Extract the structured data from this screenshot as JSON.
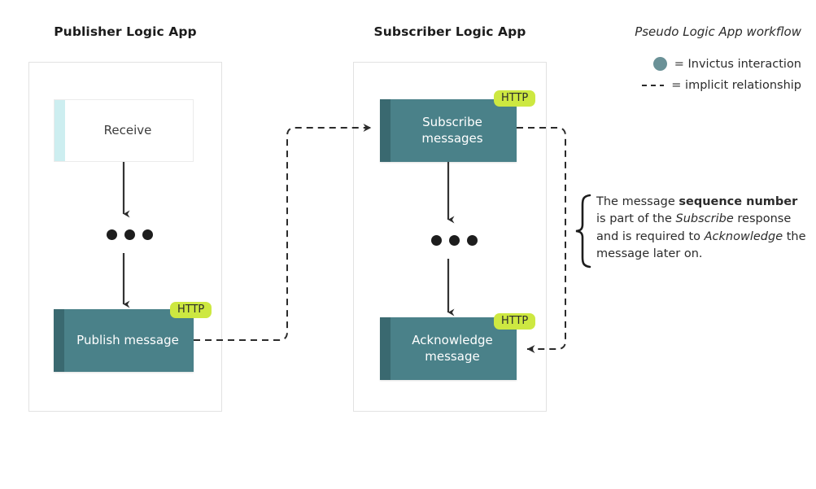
{
  "diagram": {
    "legend": {
      "title": "Pseudo Logic App workflow",
      "equals": "=",
      "items": [
        {
          "marker": "teal-circle",
          "symbol": "=",
          "label": "Invictus interaction"
        },
        {
          "marker": "dashed-line",
          "symbol": "=",
          "label": "implicit relationship"
        }
      ],
      "invictus_label": "= Invictus interaction",
      "implicit_label": "= implicit relationship"
    },
    "columns": [
      {
        "id": "publisher",
        "title": "Publisher Logic App",
        "steps": [
          {
            "id": "receive",
            "label": "Receive",
            "kind": "standard",
            "badge": null,
            "accent": "#cdeef0"
          },
          {
            "id": "ellipsis-publisher",
            "label": "...",
            "kind": "ellipsis",
            "badge": null
          },
          {
            "id": "publish",
            "label": "Publish message",
            "kind": "invictus",
            "badge": "HTTP",
            "accent": "#3a6970"
          }
        ]
      },
      {
        "id": "subscriber",
        "title": "Subscriber Logic App",
        "steps": [
          {
            "id": "subscribe",
            "label": "Subscribe messages",
            "line1": "Subscribe",
            "line2": "messages",
            "kind": "invictus",
            "badge": "HTTP",
            "accent": "#3a6970"
          },
          {
            "id": "ellipsis-subscriber",
            "label": "...",
            "kind": "ellipsis",
            "badge": null
          },
          {
            "id": "acknowledge",
            "label": "Acknowledge message",
            "line1": "Acknowledge",
            "line2": "message",
            "kind": "invictus",
            "badge": "HTTP",
            "accent": "#3a6970"
          }
        ]
      }
    ],
    "annotation": {
      "full_text": "The message sequence number is part of the Subscribe response and is required to Acknowledge the message later on.",
      "segments": [
        {
          "text": "The message ",
          "style": "normal"
        },
        {
          "text": "sequence number",
          "style": "bold"
        },
        {
          "text": " is part of the ",
          "style": "normal"
        },
        {
          "text": "Subscribe",
          "style": "italic"
        },
        {
          "text": " response and is required to ",
          "style": "normal"
        },
        {
          "text": "Acknowledge",
          "style": "italic"
        },
        {
          "text": " the message later on.",
          "style": "normal"
        }
      ]
    },
    "colors": {
      "invictus_teal": "#4a8189",
      "invictus_teal_dark": "#3a6970",
      "legend_circle": "#6a9197",
      "http_badge": "#cde841",
      "receive_accent": "#cdeef0",
      "container_border": "#e2e2e2",
      "connector": "#2b2b2b"
    }
  }
}
